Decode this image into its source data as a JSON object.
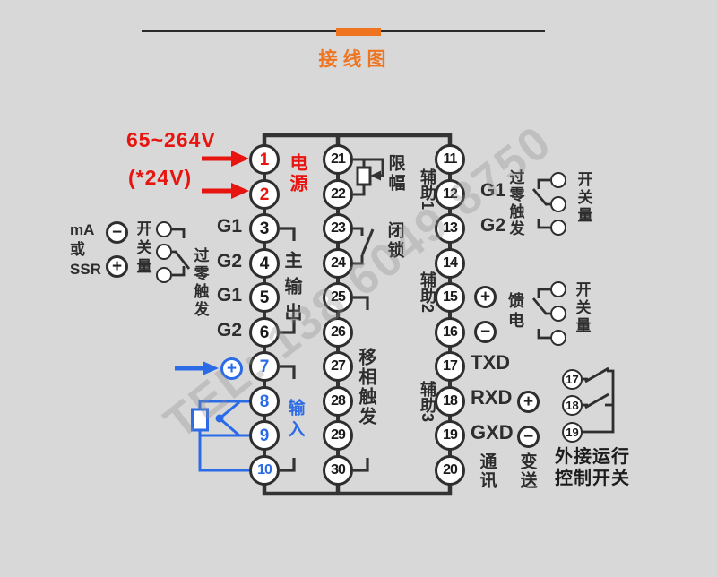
{
  "title": "接线图",
  "watermark": "TEL: 138 6049 8750",
  "power": {
    "voltage": "65~264V",
    "alt_voltage": "(*24V)",
    "label": "电源"
  },
  "signs": {
    "plus": "+",
    "minus": "−"
  },
  "terminals": {
    "left": [
      "1",
      "2",
      "3",
      "4",
      "5",
      "6",
      "7",
      "8",
      "9",
      "10"
    ],
    "middle": [
      "21",
      "22",
      "23",
      "24",
      "25",
      "26",
      "27",
      "28",
      "29",
      "30"
    ],
    "right": [
      "11",
      "12",
      "13",
      "14",
      "15",
      "16",
      "17",
      "18",
      "19",
      "20"
    ],
    "external": [
      "17",
      "18",
      "19"
    ]
  },
  "left_labels": {
    "sensor_line1": "mA",
    "sensor_line2": "或",
    "sensor_line3": "SSR",
    "switch": "开关量",
    "zero_trigger": "过零触发",
    "gates": [
      "G1",
      "G2",
      "G1",
      "G2"
    ],
    "main_output": "主输出",
    "input": "输入"
  },
  "middle_labels": {
    "limit": "限幅",
    "latch": "闭锁",
    "phase_trigger": "移相触发"
  },
  "right_labels": {
    "aux1": "辅助1",
    "aux2": "辅助2",
    "aux3": "辅助3",
    "gate1": "G1",
    "gate2": "G2",
    "zero_trigger": "过零触发",
    "switch1": "开关量",
    "switch2": "开关量",
    "feed": "馈电",
    "txd": "TXD",
    "rxd": "RXD",
    "gxd": "GXD",
    "comm": "通讯",
    "transmit": "变送",
    "external_switch_line1": "外接运行",
    "external_switch_line2": "控制开关"
  },
  "colors": {
    "accent_orange": "#ee7420",
    "red": "#e8140f",
    "blue": "#2b6be6",
    "line": "#333333",
    "background": "#d8d8d8"
  }
}
